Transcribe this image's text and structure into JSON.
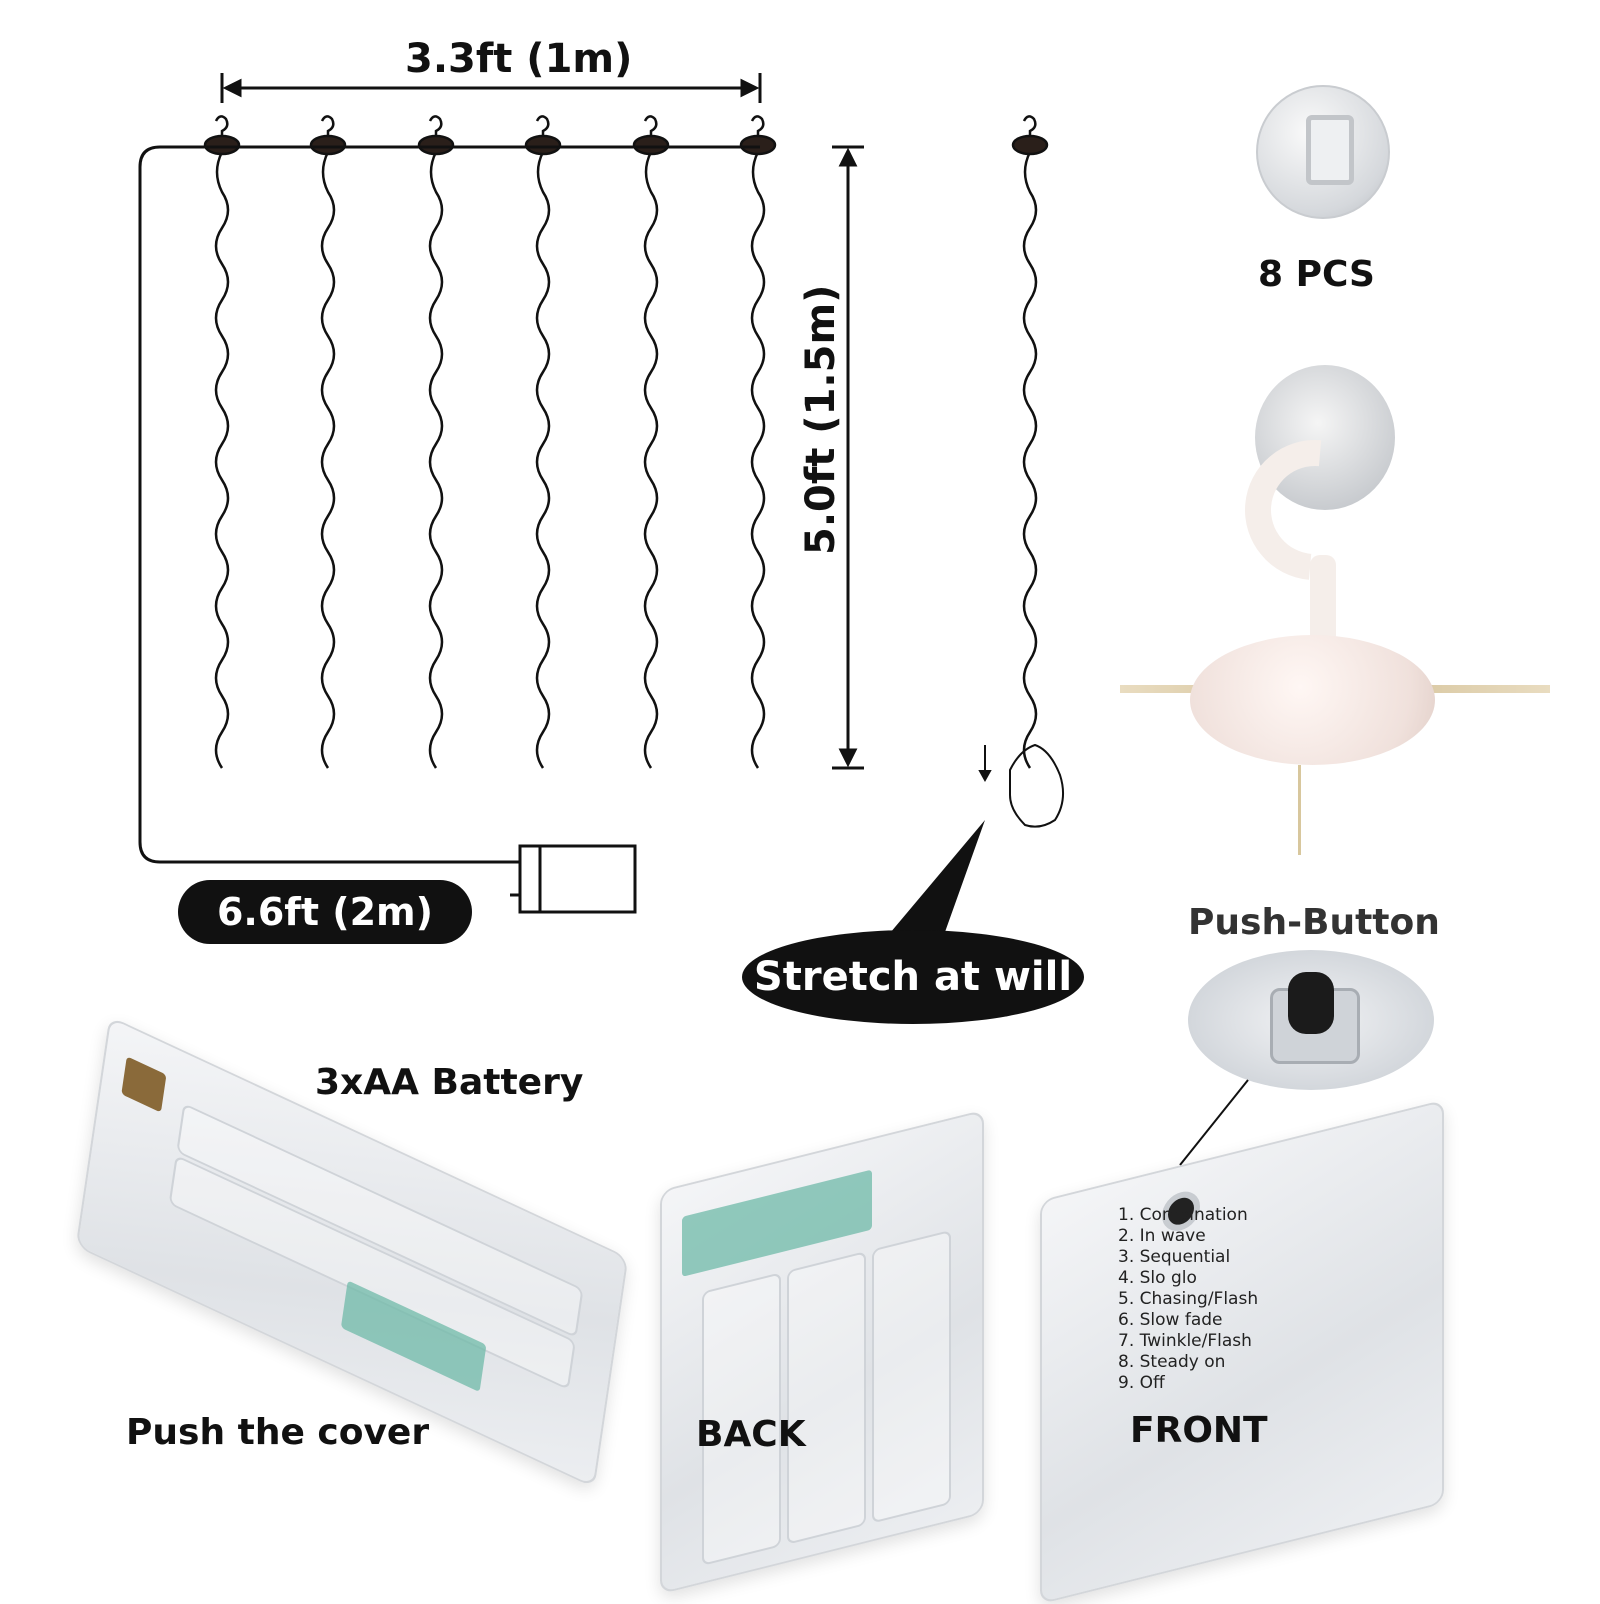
{
  "dimensions": {
    "width_label": "3.3ft (1m)",
    "height_label": "5.0ft (1.5m)",
    "lead_label": "6.6ft (2m)"
  },
  "callouts": {
    "stretch": "Stretch at will",
    "hooks_count": "8 PCS",
    "push_button": "Push-Button",
    "battery": "3xAA Battery"
  },
  "views": {
    "push_cover": "Push the cover",
    "back": "BACK",
    "front": "FRONT"
  },
  "modes": [
    "1. Combination",
    "2. In wave",
    "3. Sequential",
    "4. Slo glo",
    "5. Chasing/Flash",
    "6. Slow fade",
    "7. Twinkle/Flash",
    "8. Steady on",
    "9. Off"
  ],
  "colors": {
    "ink": "#111111",
    "pcb": "#6fb9a8"
  }
}
